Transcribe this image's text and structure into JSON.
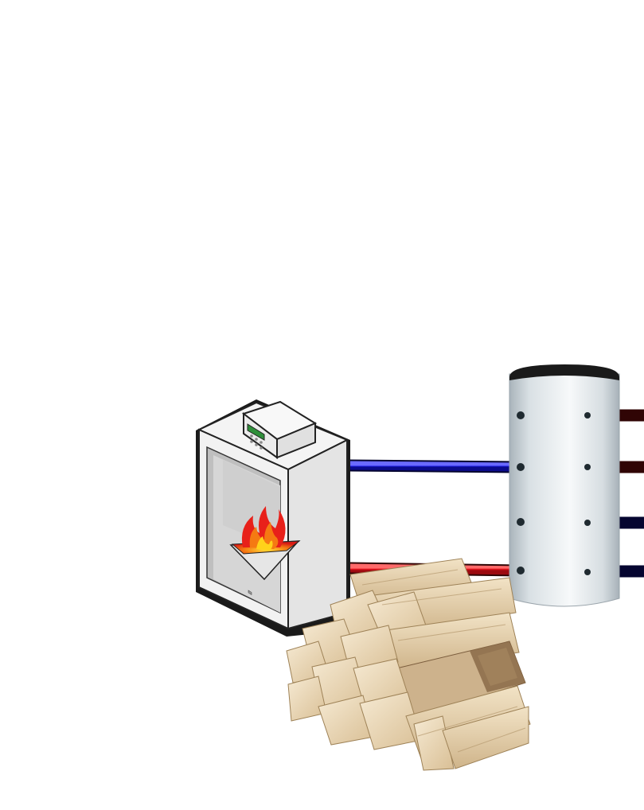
{
  "scene": {
    "components": [
      "boiler",
      "buffer-tank",
      "firewood-stack"
    ],
    "pipes": {
      "supply_color": "#e8101a",
      "return_color": "#1a1ae0"
    },
    "boiler": {
      "body_color": "#f2f2f2",
      "outline_color": "#111111",
      "display_color": "#2f8f3a",
      "flame_colors": [
        "#e8201a",
        "#f57a12",
        "#ffd21a"
      ]
    },
    "tank": {
      "body_color": "#dfe6ea",
      "lid_color": "#1a1a1a"
    },
    "wood": {
      "bark_color": "#8a6a48",
      "face_color": "#ead7b6",
      "split_color": "#f3e6cc"
    }
  }
}
